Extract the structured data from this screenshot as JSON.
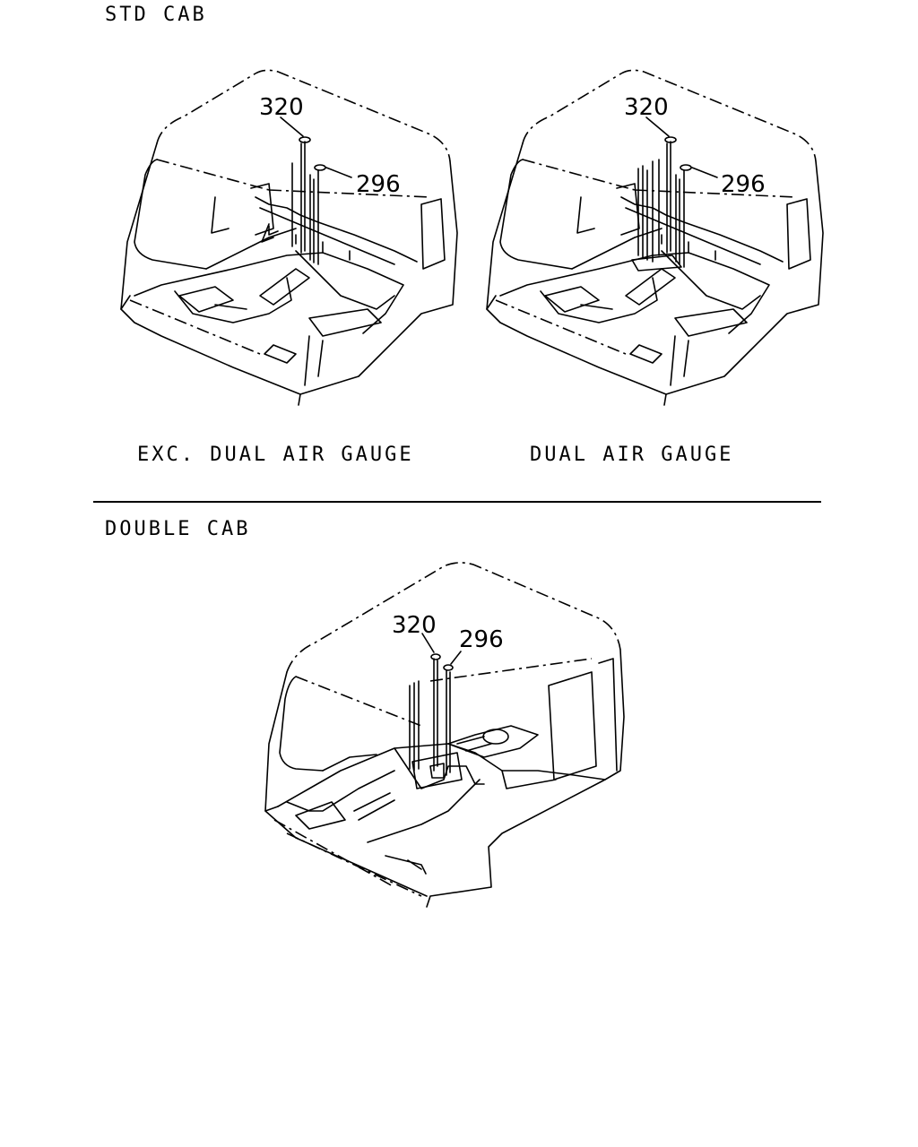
{
  "sections": [
    {
      "title": "STD CAB",
      "views": [
        {
          "caption": "EXC. DUAL AIR GAUGE",
          "callouts": [
            "320",
            "296"
          ]
        },
        {
          "caption": "DUAL AIR GAUGE",
          "callouts": [
            "320",
            "296"
          ]
        }
      ]
    },
    {
      "title": "DOUBLE CAB",
      "views": [
        {
          "caption": "",
          "callouts": [
            "320",
            "296"
          ]
        }
      ]
    }
  ]
}
